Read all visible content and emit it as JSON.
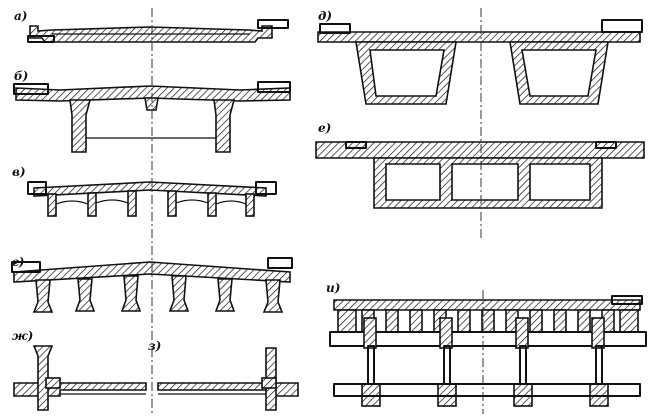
{
  "labels": {
    "a": "а)",
    "b": "б)",
    "v": "в)",
    "g": "г)",
    "d": "д)",
    "e": "е)",
    "zh": "ж)",
    "z": "з)",
    "i": "и)"
  },
  "colors": {
    "ink": "#111111",
    "paper": "#ffffff"
  }
}
